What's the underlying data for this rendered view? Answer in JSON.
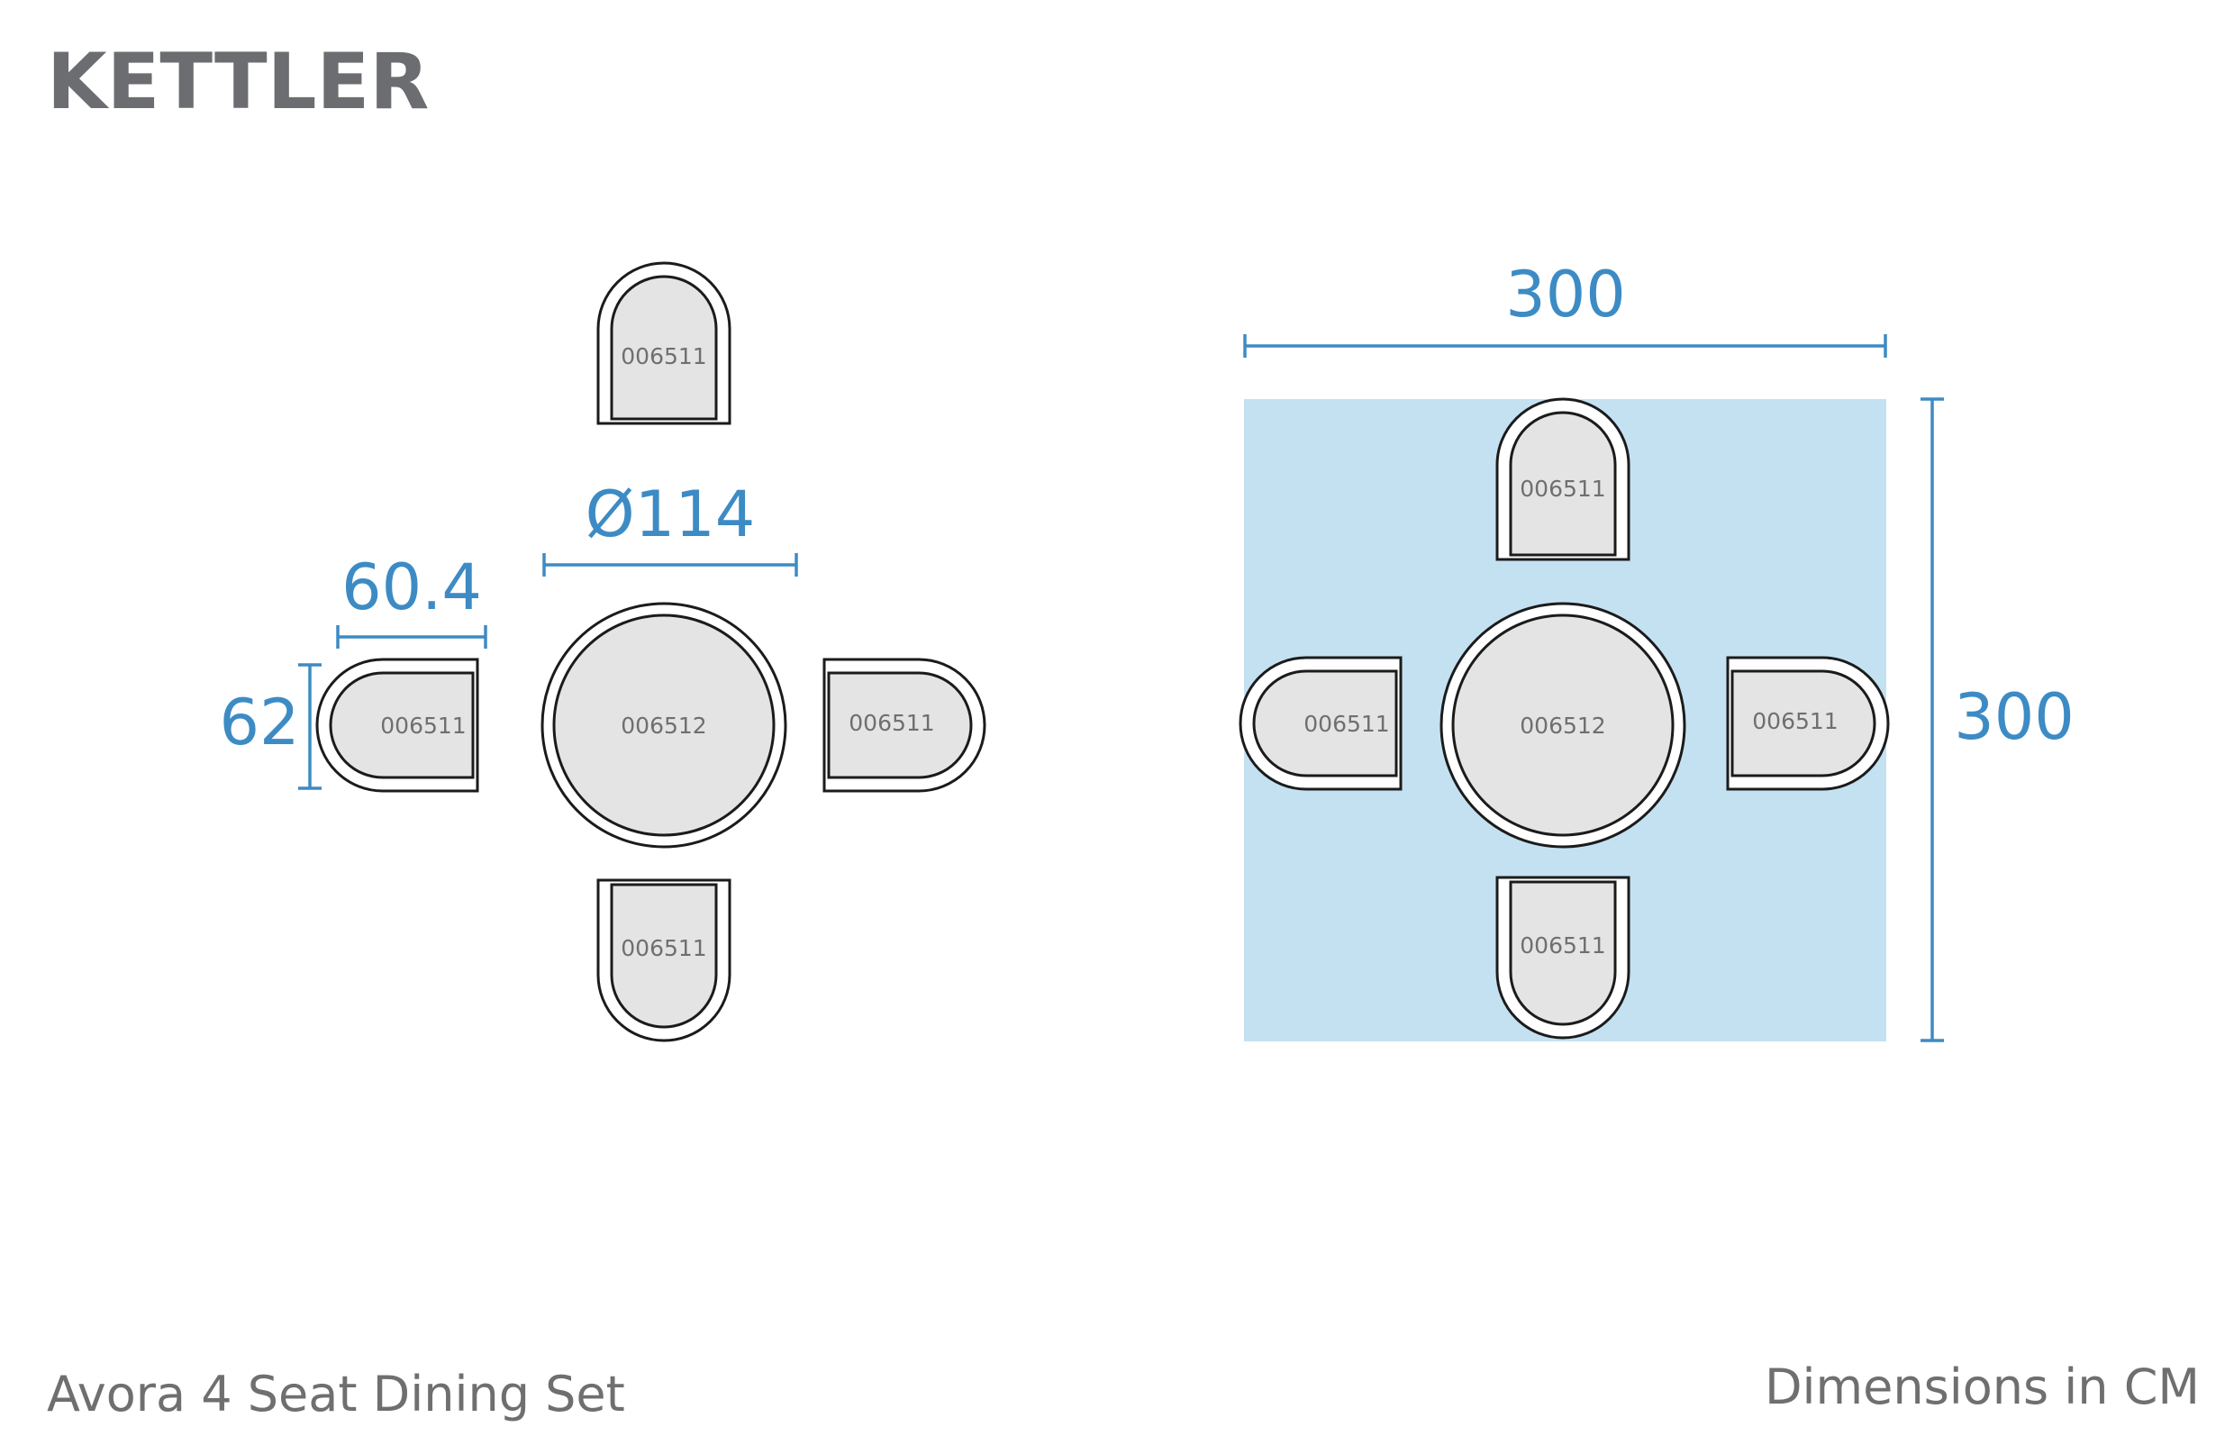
{
  "brand": {
    "logo_text": "KETTLER"
  },
  "product": {
    "name": "Avora 4 Seat Dining Set"
  },
  "units_note": "Dimensions in CM",
  "dimensions": {
    "chair_width": "60.4",
    "chair_depth": "62",
    "table_diameter": "Ø114",
    "area_width": "300",
    "area_depth": "300"
  },
  "codes": {
    "chair": "006511",
    "table": "006512"
  },
  "colors": {
    "accent": "#3d8bc4",
    "area_fill": "#c4e1f2",
    "logo": "#6b6d70",
    "text": "#6f6f6f"
  }
}
